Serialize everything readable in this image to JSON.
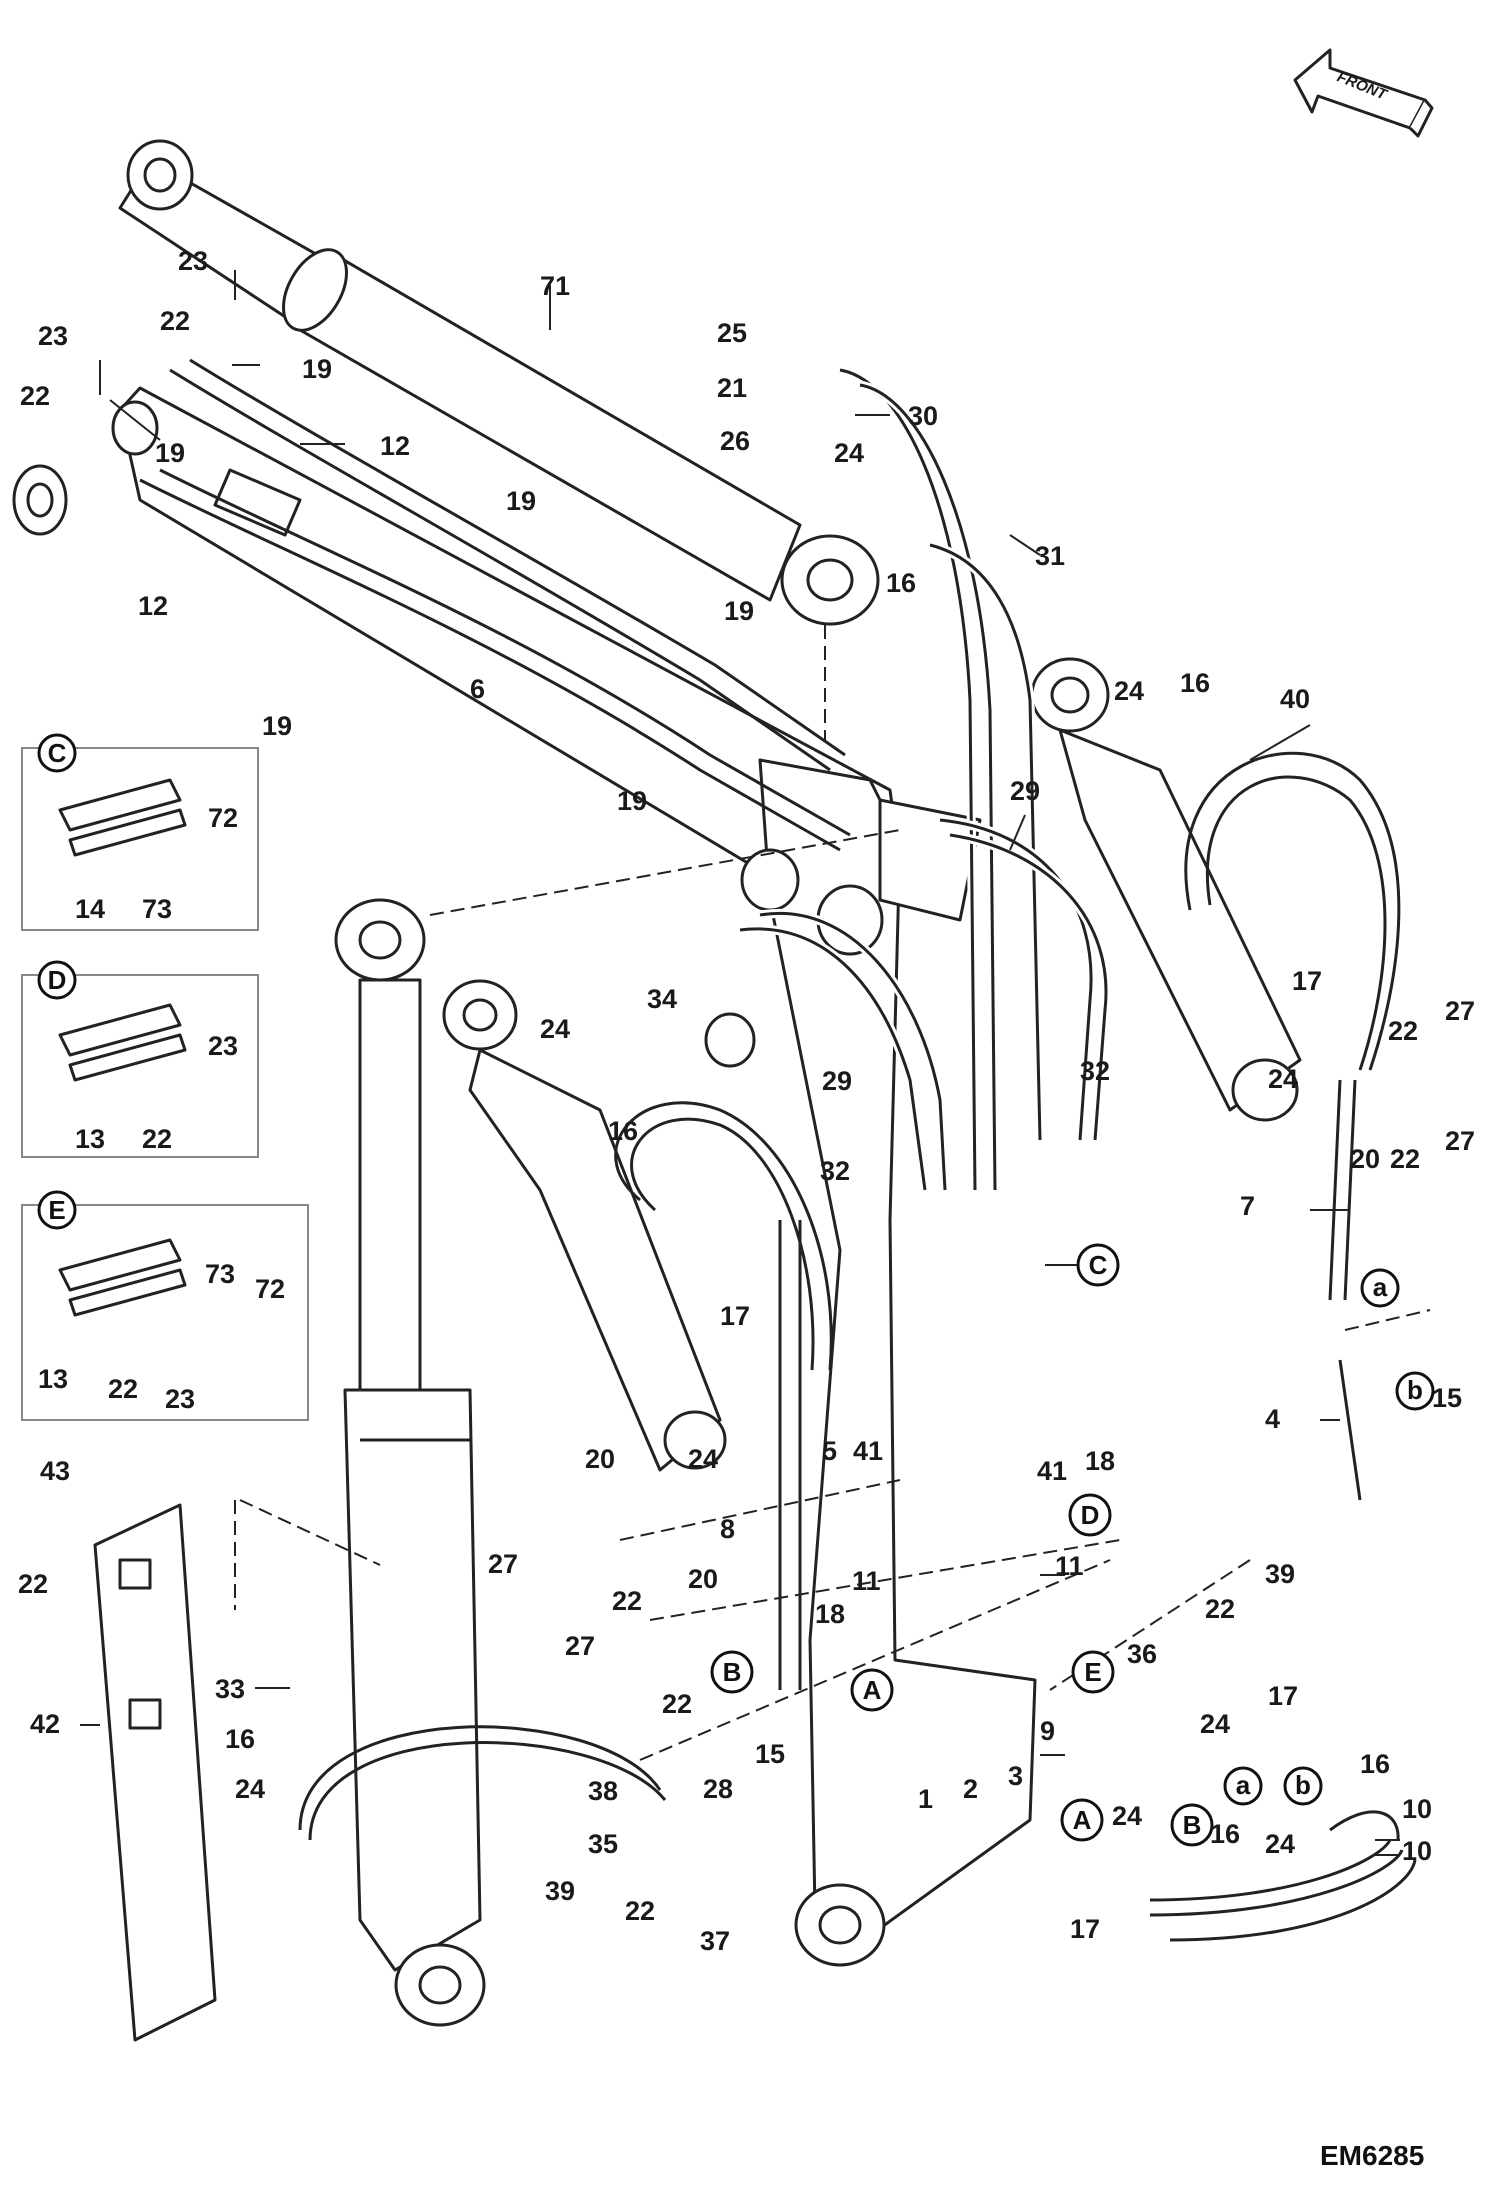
{
  "front_label": "FRONT",
  "drawing_code": "EM6285",
  "part_numbers": [
    {
      "n": "71"
    },
    {
      "n": "23"
    },
    {
      "n": "22"
    },
    {
      "n": "19"
    },
    {
      "n": "23"
    },
    {
      "n": "22"
    },
    {
      "n": "19"
    },
    {
      "n": "12"
    },
    {
      "n": "12"
    },
    {
      "n": "25"
    },
    {
      "n": "21"
    },
    {
      "n": "30"
    },
    {
      "n": "26"
    },
    {
      "n": "24"
    },
    {
      "n": "31"
    },
    {
      "n": "16"
    },
    {
      "n": "19"
    },
    {
      "n": "19"
    },
    {
      "n": "6"
    },
    {
      "n": "19"
    },
    {
      "n": "19"
    },
    {
      "n": "24"
    },
    {
      "n": "16"
    },
    {
      "n": "40"
    },
    {
      "n": "29"
    },
    {
      "n": "72"
    },
    {
      "n": "14"
    },
    {
      "n": "73"
    },
    {
      "n": "34"
    },
    {
      "n": "24"
    },
    {
      "n": "16"
    },
    {
      "n": "29"
    },
    {
      "n": "32"
    },
    {
      "n": "32"
    },
    {
      "n": "23"
    },
    {
      "n": "13"
    },
    {
      "n": "22"
    },
    {
      "n": "17"
    },
    {
      "n": "22"
    },
    {
      "n": "27"
    },
    {
      "n": "24"
    },
    {
      "n": "20"
    },
    {
      "n": "22"
    },
    {
      "n": "27"
    },
    {
      "n": "7"
    },
    {
      "n": "73"
    },
    {
      "n": "72"
    },
    {
      "n": "13"
    },
    {
      "n": "22"
    },
    {
      "n": "23"
    },
    {
      "n": "17"
    },
    {
      "n": "24"
    },
    {
      "n": "15"
    },
    {
      "n": "4"
    },
    {
      "n": "5"
    },
    {
      "n": "41"
    },
    {
      "n": "41"
    },
    {
      "n": "18"
    },
    {
      "n": "20"
    },
    {
      "n": "43"
    },
    {
      "n": "22"
    },
    {
      "n": "27"
    },
    {
      "n": "8"
    },
    {
      "n": "18"
    },
    {
      "n": "11"
    },
    {
      "n": "11"
    },
    {
      "n": "39"
    },
    {
      "n": "22"
    },
    {
      "n": "20"
    },
    {
      "n": "22"
    },
    {
      "n": "27"
    },
    {
      "n": "36"
    },
    {
      "n": "33"
    },
    {
      "n": "42"
    },
    {
      "n": "16"
    },
    {
      "n": "24"
    },
    {
      "n": "22"
    },
    {
      "n": "15"
    },
    {
      "n": "28"
    },
    {
      "n": "9"
    },
    {
      "n": "1"
    },
    {
      "n": "2"
    },
    {
      "n": "3"
    },
    {
      "n": "17"
    },
    {
      "n": "24"
    },
    {
      "n": "16"
    },
    {
      "n": "24"
    },
    {
      "n": "24"
    },
    {
      "n": "16"
    },
    {
      "n": "10"
    },
    {
      "n": "10"
    },
    {
      "n": "17"
    },
    {
      "n": "38"
    },
    {
      "n": "35"
    },
    {
      "n": "39"
    },
    {
      "n": "22"
    },
    {
      "n": "37"
    }
  ],
  "circle_labels": [
    {
      "t": "C"
    },
    {
      "t": "D"
    },
    {
      "t": "E"
    },
    {
      "t": "C"
    },
    {
      "t": "D"
    },
    {
      "t": "E"
    },
    {
      "t": "A"
    },
    {
      "t": "B"
    },
    {
      "t": "a"
    },
    {
      "t": "b"
    },
    {
      "t": "A"
    },
    {
      "t": "B"
    },
    {
      "t": "a"
    },
    {
      "t": "b"
    }
  ]
}
